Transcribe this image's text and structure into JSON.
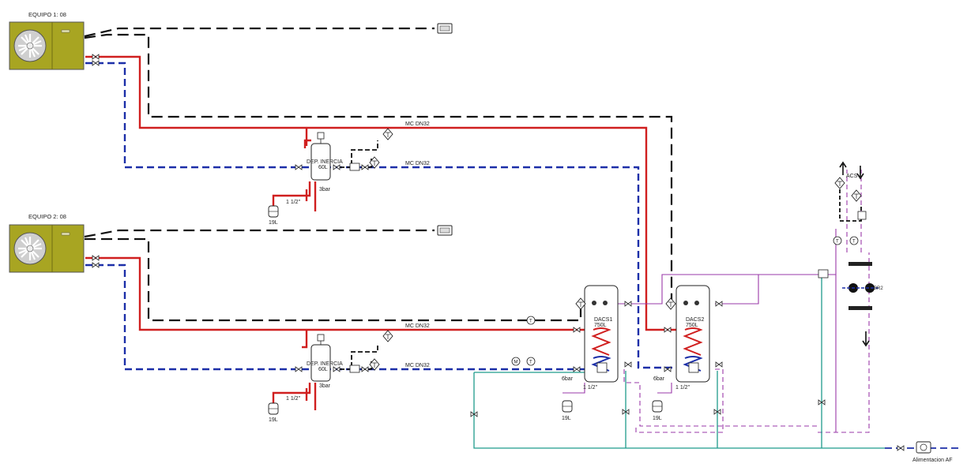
{
  "labels": {
    "equipo1": "EQUIPO 1: 08",
    "equipo2": "EQUIPO 2: 08",
    "mc_dn32": "MC DN32",
    "dep_inercia": "DEP. INERCIA",
    "vol_60l": "60L",
    "bar_3": "3bar",
    "pipe_1_1_2": "1 1/2\"",
    "vol_19l": "19L",
    "dacs1": "DACS1",
    "dacs2": "DACS2",
    "vol_750l": "750L",
    "bar_6": "6bar",
    "acs": "ACS",
    "br2": "BR2",
    "alimentacion": "Alimentacion AF",
    "t": "T",
    "m": "M"
  },
  "colors": {
    "supply": "#d01f1f",
    "return": "#1c2fa8",
    "control": "#111111",
    "dhw": "#9a3aa8",
    "cold_water": "#1f9c8c",
    "unit_body": "#a8a522"
  },
  "icons": [
    "heat-pump-fan-icon",
    "controller-icon",
    "valve-icon",
    "expansion-vessel-icon",
    "air-vent-icon",
    "thermometer-icon",
    "manometer-icon",
    "pump-icon",
    "water-meter-icon",
    "arrow-up-icon",
    "arrow-down-icon"
  ]
}
